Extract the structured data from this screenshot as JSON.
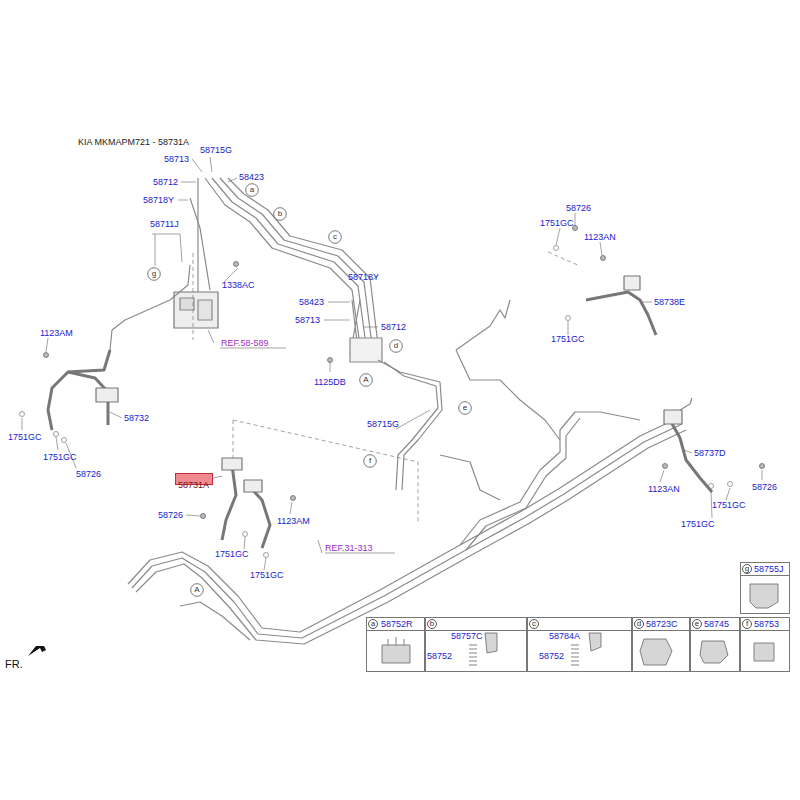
{
  "diagram": {
    "title": "KIA MKMAPM721 - 58731A",
    "nodes": [
      {
        "text": [
          "58731A"
        ]
      },
      {
        "text": [
          "a"
        ]
      },
      {
        "text": [
          "b"
        ]
      },
      {
        "text": [
          "c"
        ]
      },
      {
        "text": [
          "d"
        ]
      },
      {
        "text": [
          "e"
        ]
      },
      {
        "text": [
          "f"
        ]
      },
      {
        "text": [
          "g"
        ]
      },
      {
        "text": [
          "A"
        ]
      },
      {
        "text": [
          "A"
        ]
      },
      {
        "text": [
          "g",
          "58755J"
        ]
      },
      {
        "text": [
          "a",
          "58752R"
        ]
      },
      {
        "text": [
          "b",
          "58757C",
          "58752"
        ]
      },
      {
        "text": [
          "c",
          "58784A",
          "58752"
        ]
      },
      {
        "text": [
          "d",
          "58723C"
        ]
      },
      {
        "text": [
          "e",
          "58745"
        ]
      },
      {
        "text": [
          "f",
          "58753"
        ]
      }
    ],
    "labels": [
      "58715G",
      "58713",
      "58423",
      "58712",
      "58718Y",
      "58711J",
      "1338AC",
      "58718Y",
      "58423",
      "58713",
      "58712",
      "1125DB",
      "REF.58-589",
      "1123AM",
      "58732",
      "1751GC",
      "1751GC",
      "58726",
      "58715G",
      "58726",
      "1751GC",
      "1123AN",
      "58738E",
      "1751GC",
      "58737D",
      "1123AN",
      "58726",
      "1751GC",
      "1751GC",
      "58726",
      "1123AM",
      "1751GC",
      "1751GC",
      "REF.31-313",
      "FR."
    ]
  }
}
